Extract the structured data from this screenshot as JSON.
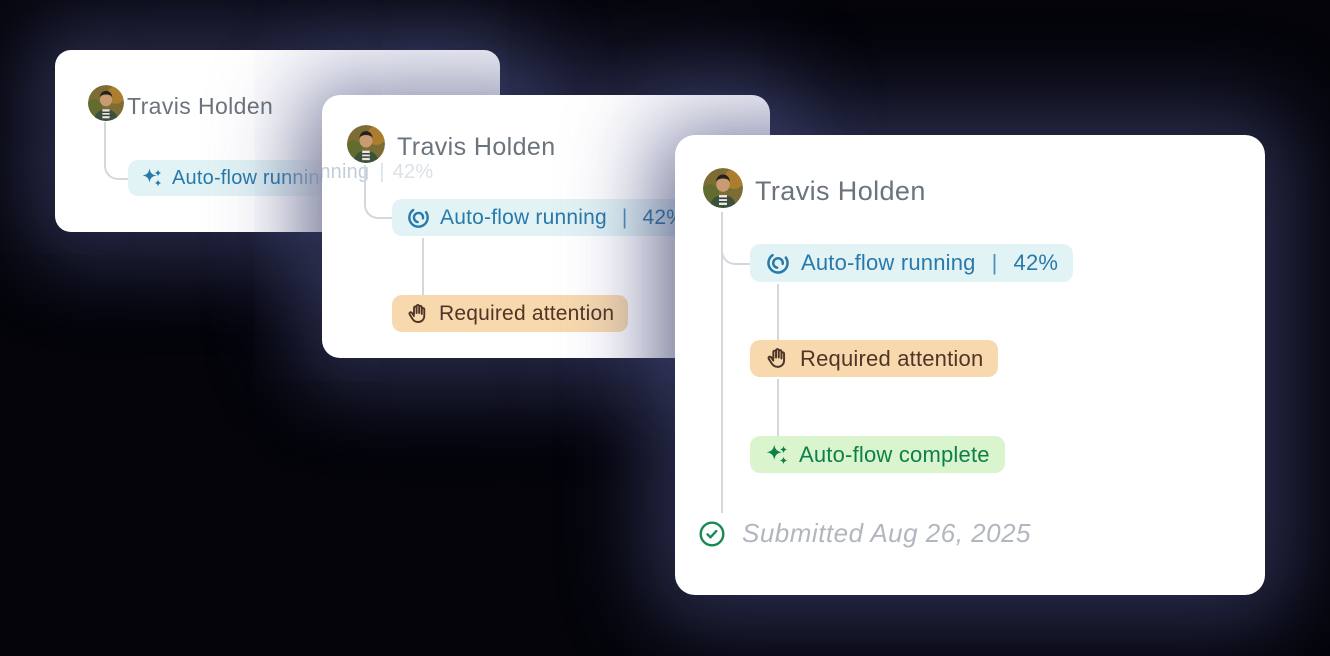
{
  "user": {
    "name": "Travis Holden"
  },
  "badges": {
    "running": {
      "label": "Auto-flow running",
      "separator": "|",
      "progress": "42%",
      "icon": "spinner-icon",
      "icon_variant_card1": "sparkles-icon",
      "bg": "#e2f3f5",
      "fg": "#2979a9"
    },
    "attention": {
      "label": "Required attention",
      "icon": "hand-icon",
      "bg": "#f8d9ae",
      "fg": "#4f3526"
    },
    "complete": {
      "label": "Auto-flow complete",
      "icon": "sparkles-icon",
      "bg": "#daf5cd",
      "fg": "#0f7f49"
    }
  },
  "ghost": {
    "fragment": "unning",
    "separator": "|",
    "progress": "42%"
  },
  "footer": {
    "submitted": "Submitted Aug 26, 2025",
    "icon": "check-circle-icon",
    "fg": "#178a52"
  },
  "colors": {
    "background": "#04040a",
    "card_glow": "#565c96",
    "card": "#ffffff",
    "name_text": "#6b737d",
    "timeline": "#d4d7dc",
    "submitted_text": "#b2b7bf"
  }
}
